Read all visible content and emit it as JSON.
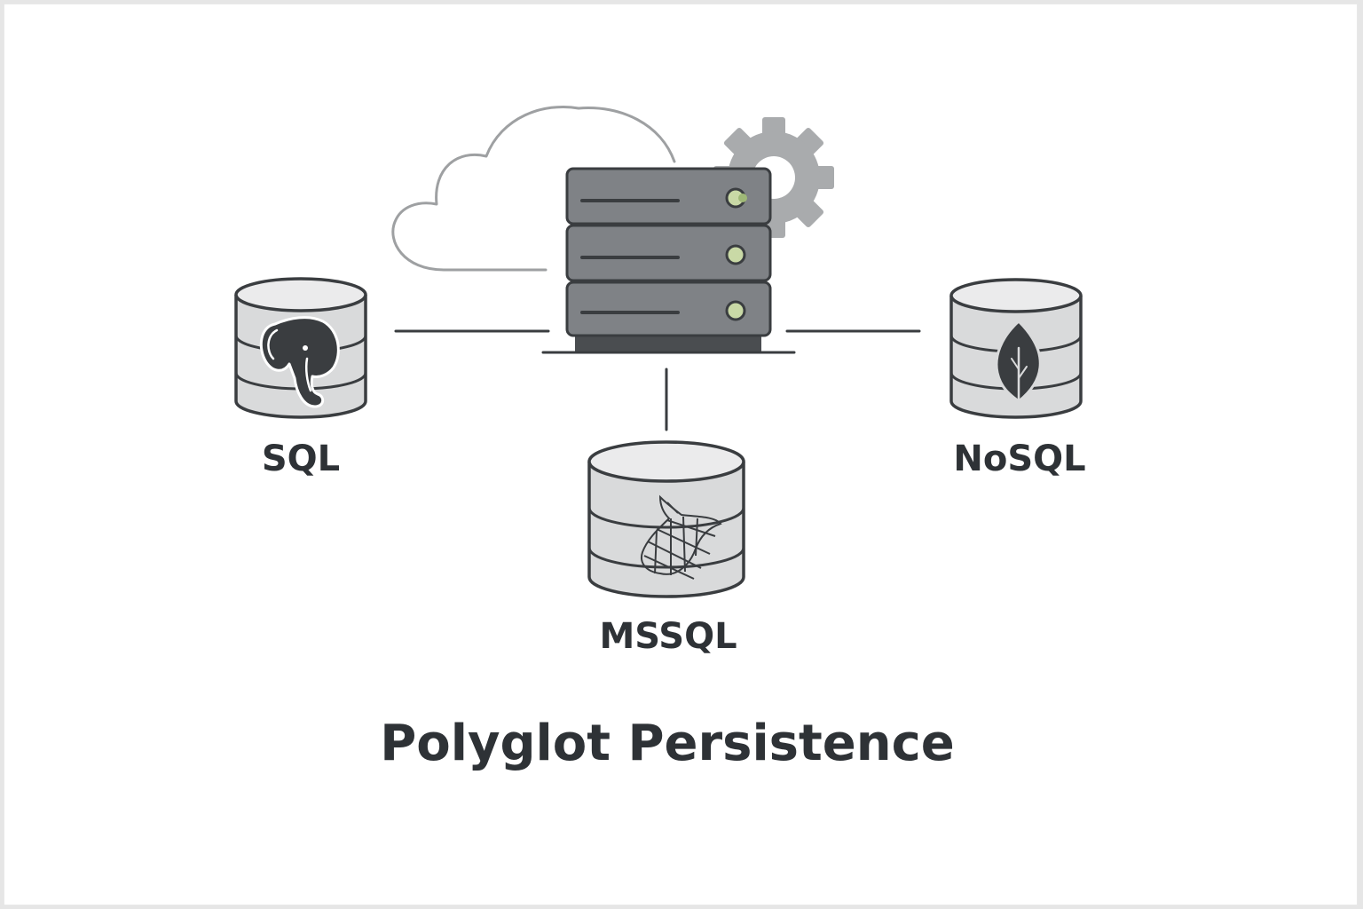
{
  "diagram": {
    "title": "Polyglot Persistence",
    "nodes": {
      "sql": {
        "label": "SQL",
        "icon": "postgresql-elephant-icon"
      },
      "mssql": {
        "label": "MSSQL",
        "icon": "sql-server-logo-icon"
      },
      "nosql": {
        "label": "NoSQL",
        "icon": "mongodb-leaf-icon"
      },
      "server": {
        "icon": "server-rack-icon"
      },
      "cloud": {
        "icon": "cloud-icon"
      },
      "gear": {
        "icon": "gear-icon"
      }
    },
    "connections": [
      {
        "from": "server",
        "to": "sql"
      },
      {
        "from": "server",
        "to": "mssql"
      },
      {
        "from": "server",
        "to": "nosql"
      }
    ],
    "colors": {
      "stroke": "#3a3d40",
      "cylinder_fill": "#d9dadb",
      "server_fill": "#7f8286",
      "server_base": "#4a4d50",
      "gear": "#a9abad",
      "cloud_stroke": "#9ea0a2",
      "led": "#c9d9a6",
      "text": "#2e3236"
    }
  }
}
